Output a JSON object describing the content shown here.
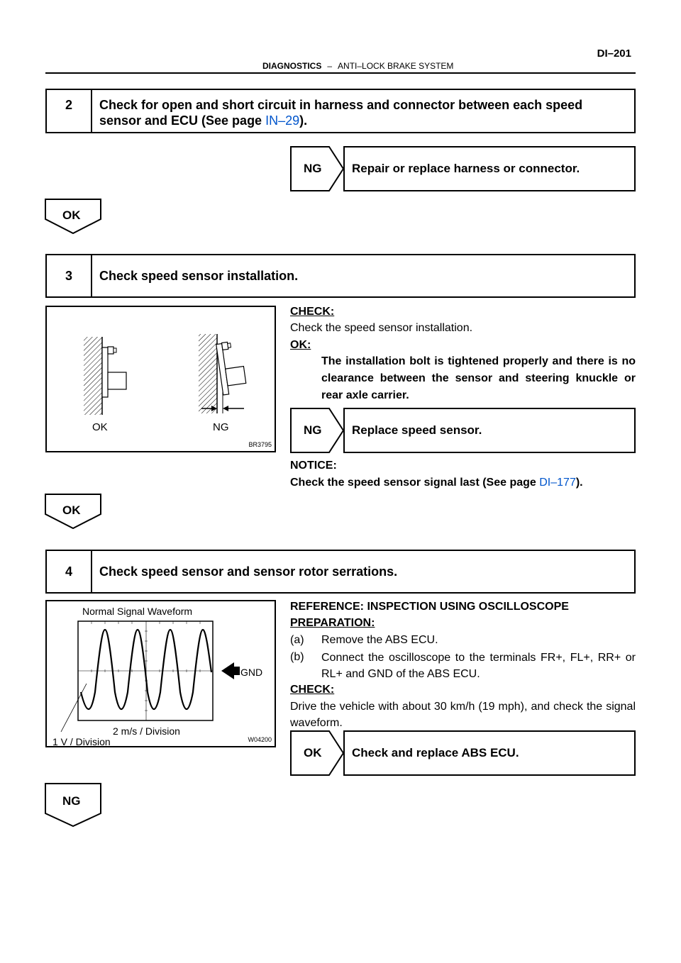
{
  "header": {
    "page_number": "DI–201",
    "section": "DIAGNOSTICS",
    "separator": "–",
    "subsection": "ANTI–LOCK BRAKE SYSTEM"
  },
  "step2": {
    "number": "2",
    "title_part1": "Check for open and short circuit in harness and connector between each speed sensor and ECU (See page ",
    "link": "IN–29",
    "title_part2": ").",
    "ng_label": "NG",
    "ng_result": "Repair or replace harness or connector.",
    "ok_label": "OK"
  },
  "step3": {
    "number": "3",
    "title": "Check speed sensor installation.",
    "figure": {
      "label_ok": "OK",
      "label_ng": "NG",
      "code": "BR3795"
    },
    "check_heading": "CHECK:",
    "check_text": "Check the speed sensor installation.",
    "ok_heading": "OK:",
    "ok_text": "The installation bolt is tightened properly and there is no clearance between the sensor and steering knuckle or rear axle carrier.",
    "ng_label": "NG",
    "ng_result": "Replace speed sensor.",
    "notice_heading": "NOTICE:",
    "notice_text_part1": "Check the speed sensor signal last (See page ",
    "notice_link": "DI–177",
    "notice_text_part2": ").",
    "ok_label": "OK"
  },
  "step4": {
    "number": "4",
    "title": "Check speed sensor and sensor rotor serrations.",
    "figure": {
      "title": "Normal Signal Waveform",
      "gnd": "GND",
      "time_div": "2 m/s / Division",
      "volt_div": "1 V / Division",
      "code": "W04200"
    },
    "reference": "REFERENCE: INSPECTION USING OSCILLOSCOPE",
    "prep_heading": "PREPARATION:",
    "prep_a_label": "(a)",
    "prep_a": "Remove the ABS ECU.",
    "prep_b_label": "(b)",
    "prep_b": "Connect the oscilloscope to the terminals FR+, FL+, RR+ or RL+ and GND of the ABS ECU.",
    "check_heading": "CHECK:",
    "check_text": "Drive the vehicle with about 30 km/h (19 mph), and check the signal waveform.",
    "ok_label": "OK",
    "ok_result": "Check and replace ABS ECU.",
    "ng_label": "NG"
  }
}
